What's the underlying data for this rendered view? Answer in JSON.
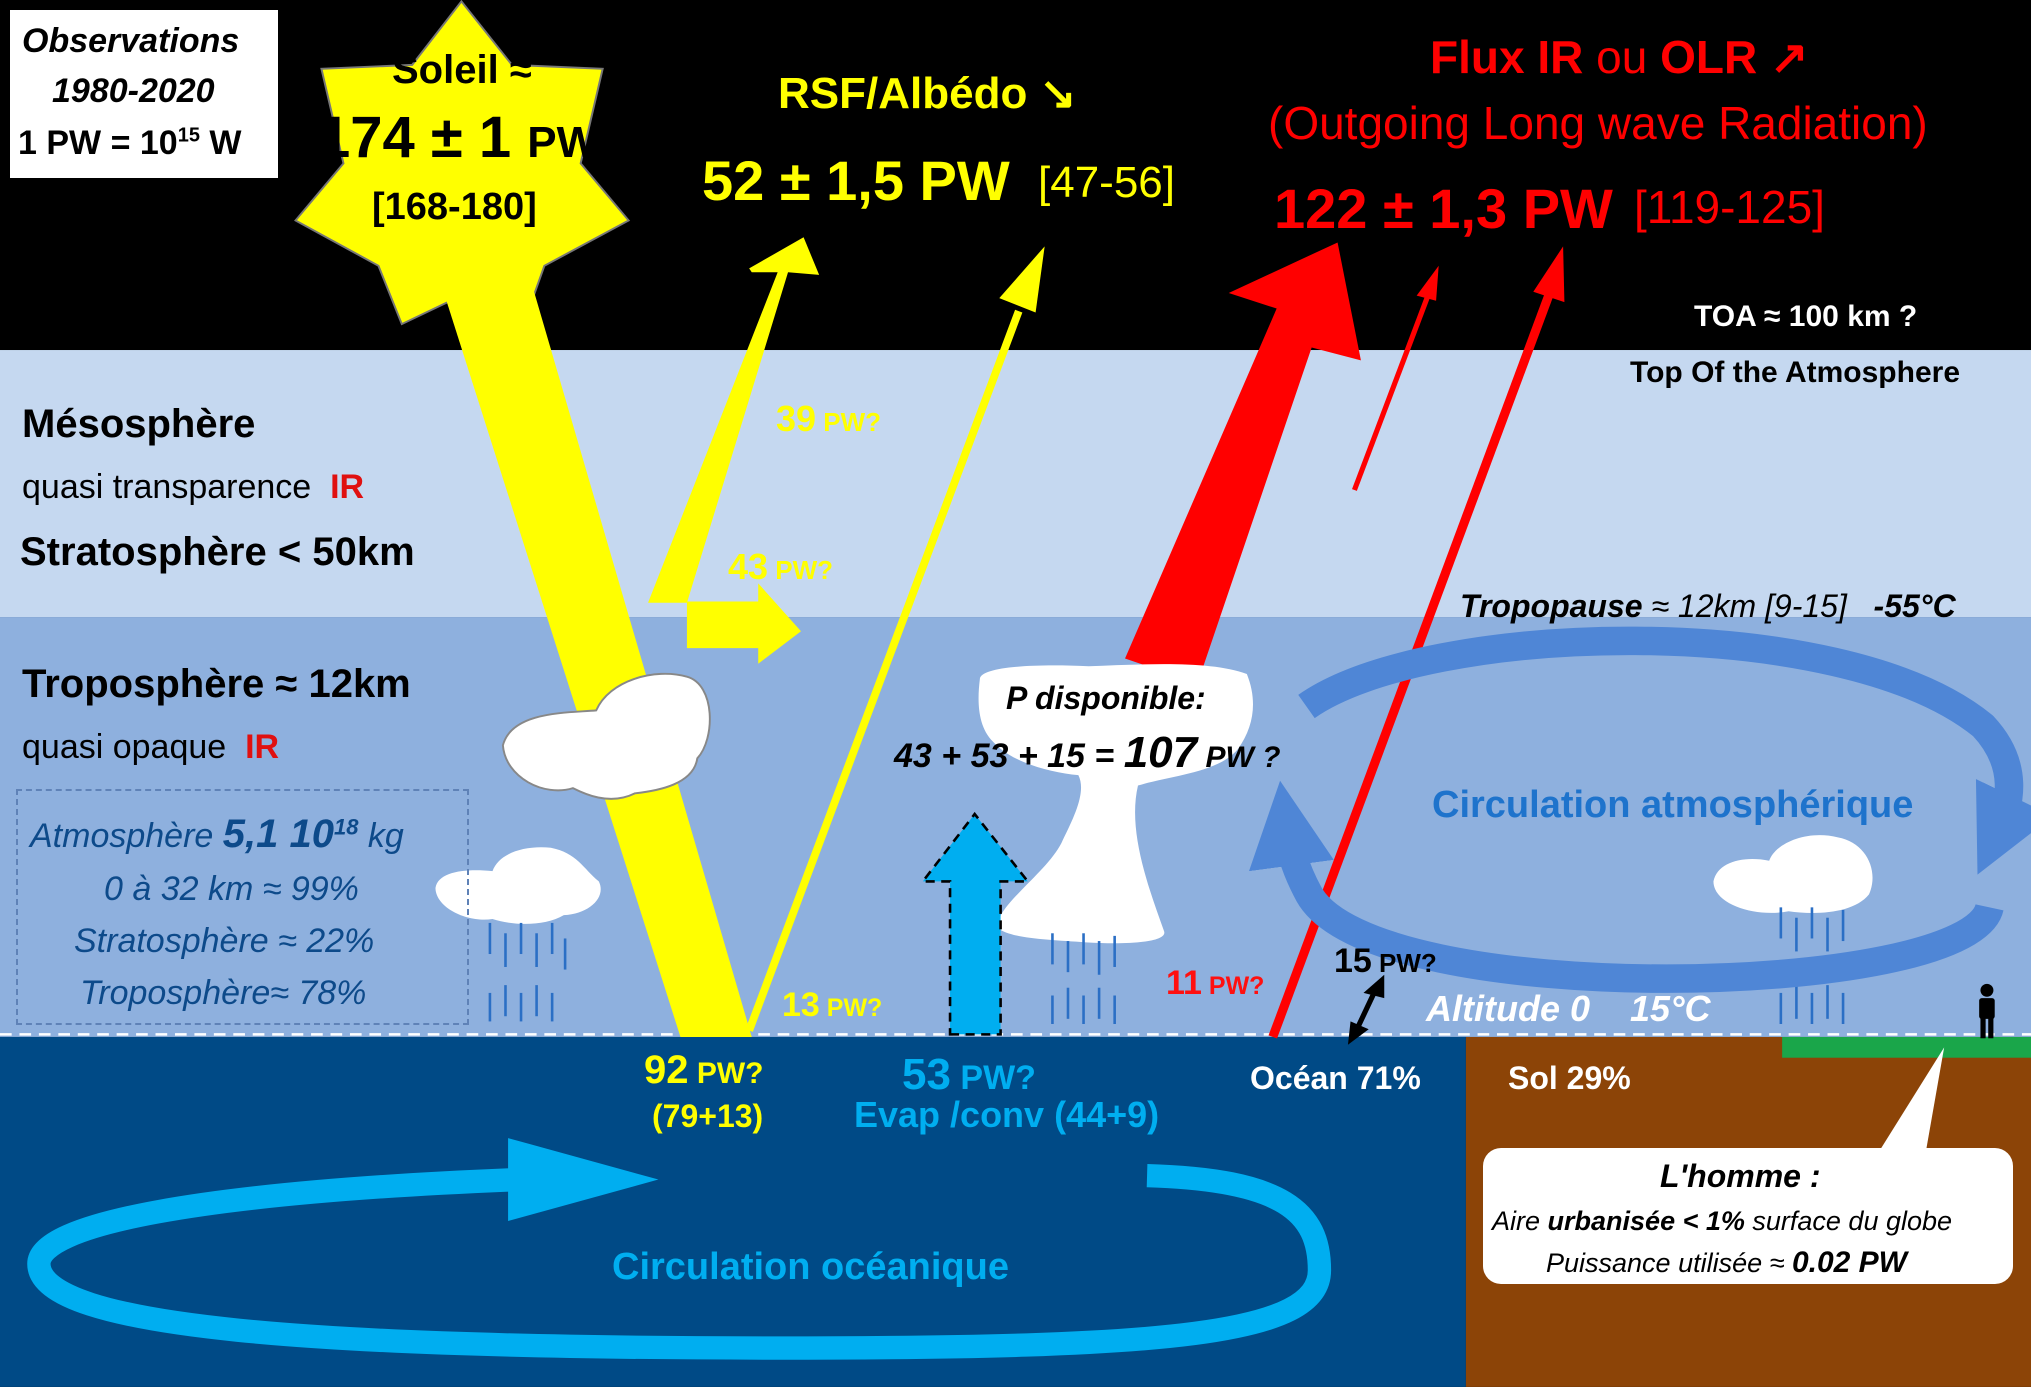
{
  "observations": {
    "line1": "Observations",
    "line2": "1980-2020",
    "line3_prefix": "1 PW = 10",
    "line3_exp": "15",
    "line3_suffix": " W"
  },
  "sun": {
    "label": "Soleil ≈",
    "value": "174 ± 1",
    "unit": "PW",
    "range": "[168-180]"
  },
  "rsf": {
    "title": "RSF/Albédo ↘",
    "value": "52 ± 1,5 PW",
    "range": "[47-56]"
  },
  "olr": {
    "title_a": "Flux IR",
    "title_b": " ou ",
    "title_c": "OLR ↗",
    "subtitle": "(Outgoing Long wave Radiation)",
    "value": "122 ± 1,3 PW",
    "range": "[119-125]"
  },
  "toa": {
    "line1": "TOA ≈ 100 km ?",
    "line2": "Top Of the Atmosphere"
  },
  "layers": {
    "meso": "Mésosphère",
    "meso_note": "quasi transparence",
    "ir": "IR",
    "strato": "Stratosphère < 50km",
    "tropo": "Troposphère ≈ 12km",
    "tropo_note": "quasi opaque"
  },
  "tropopause": {
    "label": "Tropopause",
    "detail": " ≈ 12km [9-15]",
    "temp": "-55°C"
  },
  "atmosphere_box": {
    "mass_a": "Atmosphère ",
    "mass_b": "5,1 10",
    "mass_exp": "18",
    "mass_c": " kg",
    "l2": "0 à 32 km ≈ 99%",
    "l3": "Stratosphère ≈ 22%",
    "l4": "Troposphère≈ 78%"
  },
  "flows": {
    "f39_n": "39",
    "f39_u": " PW?",
    "f43_n": "43",
    "f43_u": " PW?",
    "f13_n": "13",
    "f13_u": " PW?",
    "f11_n": "11",
    "f11_u": " PW?",
    "f15_n": "15",
    "f15_u": " PW?",
    "f92_n": "92",
    "f92_u": " PW?",
    "f92_sub": "(79+13)",
    "f53_n": "53",
    "f53_u": " PW?",
    "f53_sub": "Evap /conv (44+9)"
  },
  "p_dispo": {
    "title": "P disponible:",
    "formula": "43 + 53 + 15 = ",
    "result": "107",
    "unit": " PW ?"
  },
  "circ_atm": "Circulation atmosphérique",
  "circ_ocean": "Circulation océanique",
  "altitude": {
    "label": "Altitude 0",
    "temp": "15°C"
  },
  "surface": {
    "ocean": "Océan  71%",
    "sol": "Sol 29%"
  },
  "homme": {
    "title": "L'homme :",
    "l1_a": "Aire ",
    "l1_b": "urbanisée < 1%",
    "l1_c": " surface du globe",
    "l2_a": "Puissance utilisée ≈ ",
    "l2_b": "0.02 PW"
  },
  "colors": {
    "space": "#000000",
    "upper_atm": "#c5d8f0",
    "troposphere": "#8eb0de",
    "ocean": "#004a86",
    "soil": "#8c4407",
    "sun": "#ffff00",
    "olr": "#ff0000",
    "atm_circulation": "#4f86d6",
    "ocean_circulation": "#00aef0",
    "grass": "#1aa64a"
  }
}
